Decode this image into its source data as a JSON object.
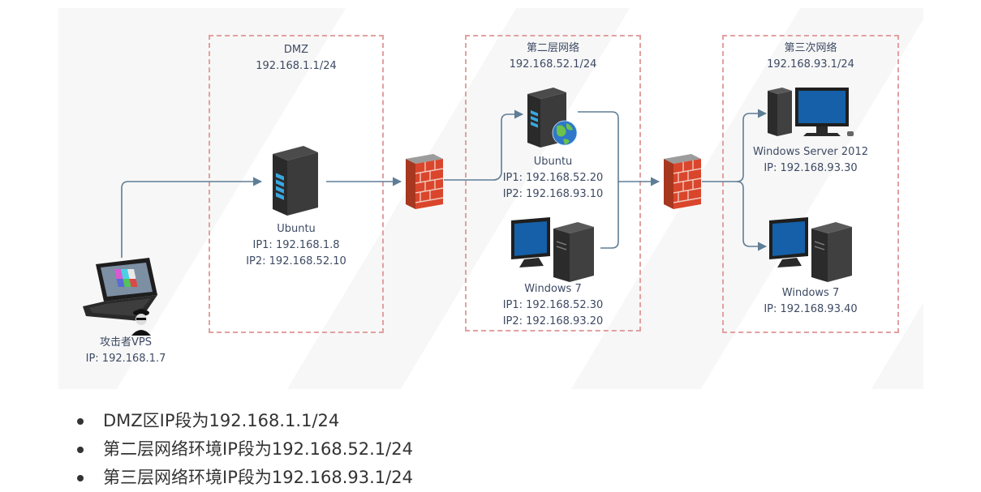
{
  "zones": {
    "dmz": {
      "name": "DMZ",
      "subnet": "192.168.1.1/24"
    },
    "layer2": {
      "name": "第二层网络",
      "subnet": "192.168.52.1/24"
    },
    "layer3": {
      "name": "第三次网络",
      "subnet": "192.168.93.1/24"
    }
  },
  "nodes": {
    "attacker": {
      "name": "攻击者VPS",
      "ip": "IP: 192.168.1.7"
    },
    "dmz_ubuntu": {
      "name": "Ubuntu",
      "ip1": "IP1: 192.168.1.8",
      "ip2": "IP2: 192.168.52.10"
    },
    "l2_ubuntu": {
      "name": "Ubuntu",
      "ip1": "IP1: 192.168.52.20",
      "ip2": "IP2: 192.168.93.10"
    },
    "l2_win7": {
      "name": "Windows 7",
      "ip1": "IP1: 192.168.52.30",
      "ip2": "IP2: 192.168.93.20"
    },
    "win2012": {
      "name": "Windows Server 2012",
      "ip": "IP: 192.168.93.30"
    },
    "l3_win7": {
      "name": "Windows 7",
      "ip": "IP: 192.168.93.40"
    }
  },
  "notes": [
    "DMZ区IP段为192.168.1.1/24",
    "第二层网络环境IP段为192.168.52.1/24",
    "第三层网络环境IP段为192.168.93.1/24"
  ],
  "colors": {
    "line": "#5f7d95",
    "zone_border": "#e2a0a0",
    "label": "#3d4a63",
    "brick": "#d9462c"
  }
}
